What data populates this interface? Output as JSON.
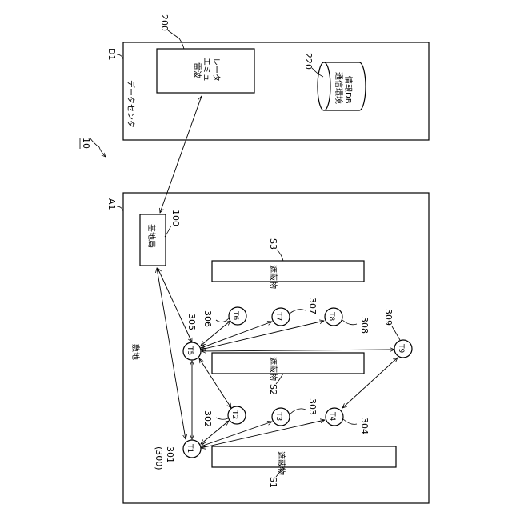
{
  "figure_ref": "10",
  "data_center": {
    "label": "データセンタ",
    "ref": "D1",
    "emulator": {
      "label_lines": [
        "電波",
        "エミュ",
        "レータ"
      ],
      "ref": "200"
    },
    "database": {
      "label_lines": [
        "通信環境",
        "情報DB"
      ],
      "ref": "220"
    }
  },
  "site": {
    "label": "敷地",
    "ref": "A1",
    "base_station": {
      "label": "基地局",
      "ref": "100"
    },
    "obstacles": [
      {
        "label": "遮蔽物",
        "ref": "S1"
      },
      {
        "label": "遮蔽物",
        "ref": "S2"
      },
      {
        "label": "遮蔽物",
        "ref": "S3"
      }
    ],
    "terminal_group_ref": "(300)",
    "terminals": [
      {
        "label": "T1",
        "ref": "301"
      },
      {
        "label": "T2",
        "ref": "302"
      },
      {
        "label": "T3",
        "ref": "303"
      },
      {
        "label": "T4",
        "ref": "304"
      },
      {
        "label": "T5",
        "ref": "305"
      },
      {
        "label": "T6",
        "ref": "306"
      },
      {
        "label": "T7",
        "ref": "307"
      },
      {
        "label": "T8",
        "ref": "308"
      },
      {
        "label": "T9",
        "ref": "309"
      }
    ]
  }
}
